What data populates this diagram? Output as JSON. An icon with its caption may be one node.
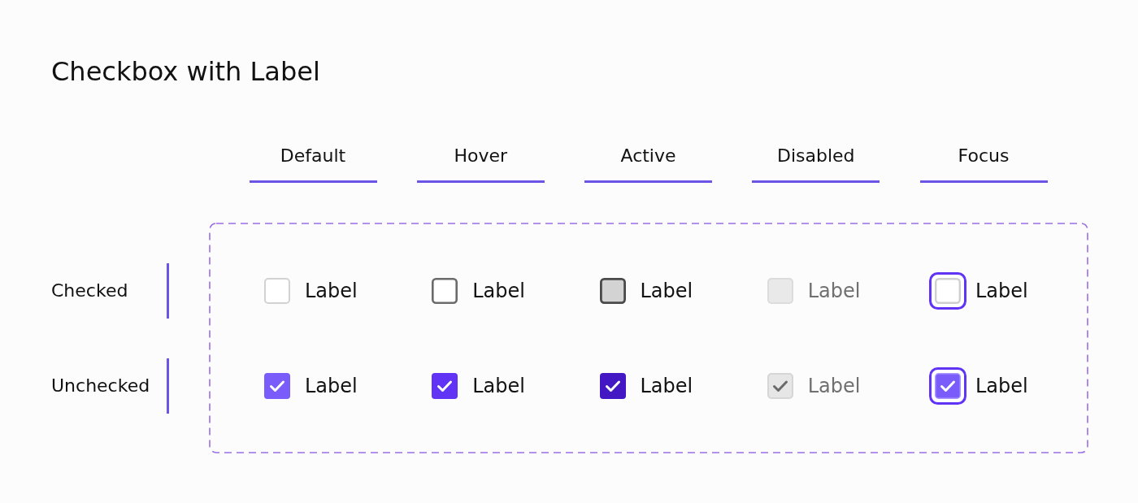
{
  "diagram": {
    "title": "Checkbox with Label",
    "labels": [
      "Default",
      "Hover",
      "Active",
      "Disabled",
      "Focus",
      "Checked",
      "Label",
      "Label",
      "Label",
      "Label",
      "Label",
      "Unchecked",
      "Label",
      "Label",
      "Label",
      "Label",
      "Label"
    ]
  }
}
